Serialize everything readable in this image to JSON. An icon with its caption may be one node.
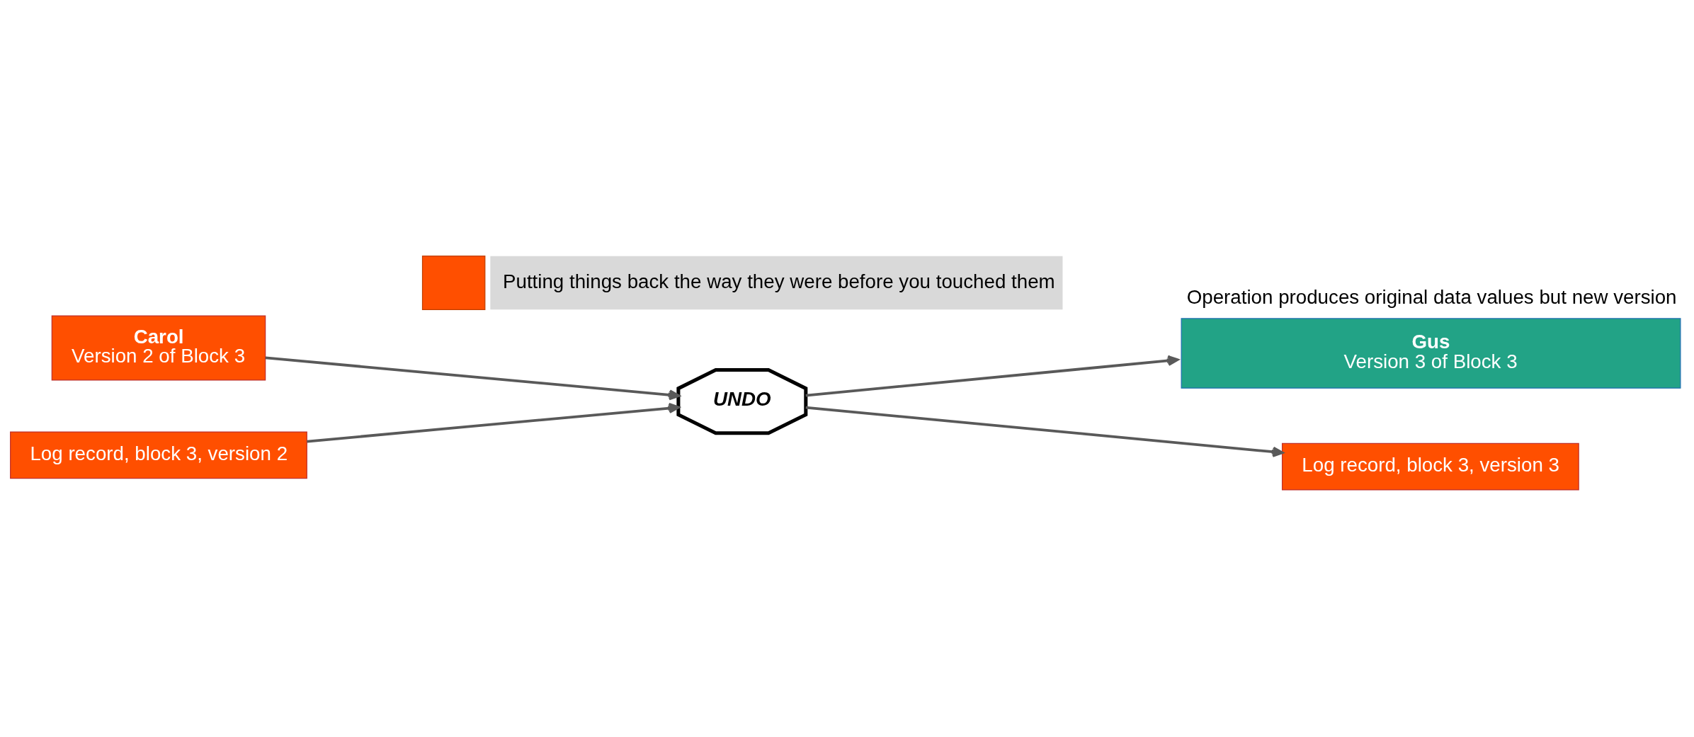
{
  "diagram": {
    "nodes": [
      {
        "text": [
          "Carol",
          "Version 2 of Block 3"
        ]
      },
      {
        "text": [
          "Log record, block 3, version 2"
        ]
      },
      {
        "text": [
          "UNDO"
        ]
      },
      {
        "text": [
          "Gus",
          "Version 3 of Block 3"
        ],
        "beside": [
          "Operation produces original data values but new version"
        ]
      },
      {
        "text": [
          "Log record, block 3, version 3"
        ]
      }
    ],
    "edges": [
      {
        "from": 0,
        "to": 2,
        "arrow": "to"
      },
      {
        "from": 1,
        "to": 2,
        "arrow": "to"
      },
      {
        "from": 2,
        "to": 3,
        "arrow": "to"
      },
      {
        "from": 2,
        "to": 4,
        "arrow": "to"
      }
    ],
    "legend": [
      {
        "text": "Putting things back the way they were before you touched them",
        "color": "#ff4f00"
      }
    ]
  }
}
